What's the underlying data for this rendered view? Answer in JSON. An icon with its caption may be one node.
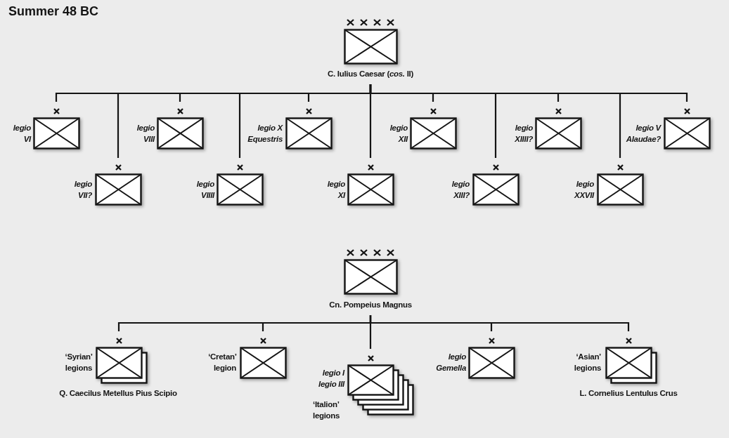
{
  "diagram": {
    "title": "Summer 48 BC",
    "nodes": [
      {
        "text": [
          "C. Iulius Caesar (*cos.* II)"
        ]
      },
      {
        "text": [
          "legio VI"
        ]
      },
      {
        "text": [
          "legio VIII"
        ]
      },
      {
        "text": [
          "legio X Equestris"
        ]
      },
      {
        "text": [
          "legio XII"
        ]
      },
      {
        "text": [
          "legio XIIII?"
        ]
      },
      {
        "text": [
          "legio V Alaudae?"
        ]
      },
      {
        "text": [
          "legio VII?"
        ]
      },
      {
        "text": [
          "legio VIIII"
        ]
      },
      {
        "text": [
          "legio XI"
        ]
      },
      {
        "text": [
          "legio XIII?"
        ]
      },
      {
        "text": [
          "legio XXVII"
        ]
      },
      {
        "text": [
          "Cn. Pompeius Magnus"
        ]
      },
      {
        "text": [
          "‘Syrian’ legions",
          "Q. Caecilus Metellus Pius Scipio"
        ]
      },
      {
        "text": [
          "‘Cretan’ legion"
        ]
      },
      {
        "text": [
          "legio I legio III",
          "‘Italion’ legions"
        ]
      },
      {
        "text": [
          "legio Gemella"
        ]
      },
      {
        "text": [
          "‘Asian’ legions",
          "L. Cornelius Lentulus Crus"
        ]
      }
    ],
    "edges": [
      {
        "from": 0,
        "to": 1,
        "arrow": "none"
      },
      {
        "from": 0,
        "to": 2,
        "arrow": "none"
      },
      {
        "from": 0,
        "to": 3,
        "arrow": "none"
      },
      {
        "from": 0,
        "to": 4,
        "arrow": "none"
      },
      {
        "from": 0,
        "to": 5,
        "arrow": "none"
      },
      {
        "from": 0,
        "to": 6,
        "arrow": "none"
      },
      {
        "from": 0,
        "to": 7,
        "arrow": "none"
      },
      {
        "from": 0,
        "to": 8,
        "arrow": "none"
      },
      {
        "from": 0,
        "to": 9,
        "arrow": "none"
      },
      {
        "from": 0,
        "to": 10,
        "arrow": "none"
      },
      {
        "from": 0,
        "to": 11,
        "arrow": "none"
      },
      {
        "from": 12,
        "to": 13,
        "arrow": "none"
      },
      {
        "from": 12,
        "to": 14,
        "arrow": "none"
      },
      {
        "from": 12,
        "to": 15,
        "arrow": "none"
      },
      {
        "from": 12,
        "to": 16,
        "arrow": "none"
      },
      {
        "from": 12,
        "to": 17,
        "arrow": "none"
      }
    ]
  }
}
